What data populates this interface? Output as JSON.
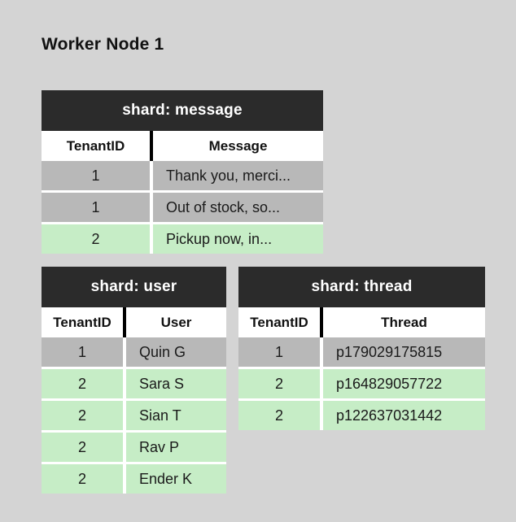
{
  "page": {
    "title": "Worker Node 1",
    "background": "#d4d4d4"
  },
  "colors": {
    "table_title_bg": "#2b2b2b",
    "table_title_text": "#ffffff",
    "header_row_bg": "#ffffff",
    "tenant1_row_bg": "#b8b8b8",
    "tenant2_row_bg": "#c6edc6",
    "cell_text": "#1a1a1a"
  },
  "tables": [
    {
      "title": "shard: message",
      "columns": [
        "TenantID",
        "Message"
      ],
      "rows": [
        {
          "tenant_id": "1",
          "value": "Thank you, merci..."
        },
        {
          "tenant_id": "1",
          "value": "Out of stock, so..."
        },
        {
          "tenant_id": "2",
          "value": "Pickup now, in..."
        }
      ]
    },
    {
      "title": "shard: user",
      "columns": [
        "TenantID",
        "User"
      ],
      "rows": [
        {
          "tenant_id": "1",
          "value": "Quin G"
        },
        {
          "tenant_id": "2",
          "value": "Sara S"
        },
        {
          "tenant_id": "2",
          "value": "Sian T"
        },
        {
          "tenant_id": "2",
          "value": "Rav P"
        },
        {
          "tenant_id": "2",
          "value": "Ender K"
        }
      ]
    },
    {
      "title": "shard: thread",
      "columns": [
        "TenantID",
        "Thread"
      ],
      "rows": [
        {
          "tenant_id": "1",
          "value": "p179029175815"
        },
        {
          "tenant_id": "2",
          "value": "p164829057722"
        },
        {
          "tenant_id": "2",
          "value": "p122637031442"
        }
      ]
    }
  ]
}
